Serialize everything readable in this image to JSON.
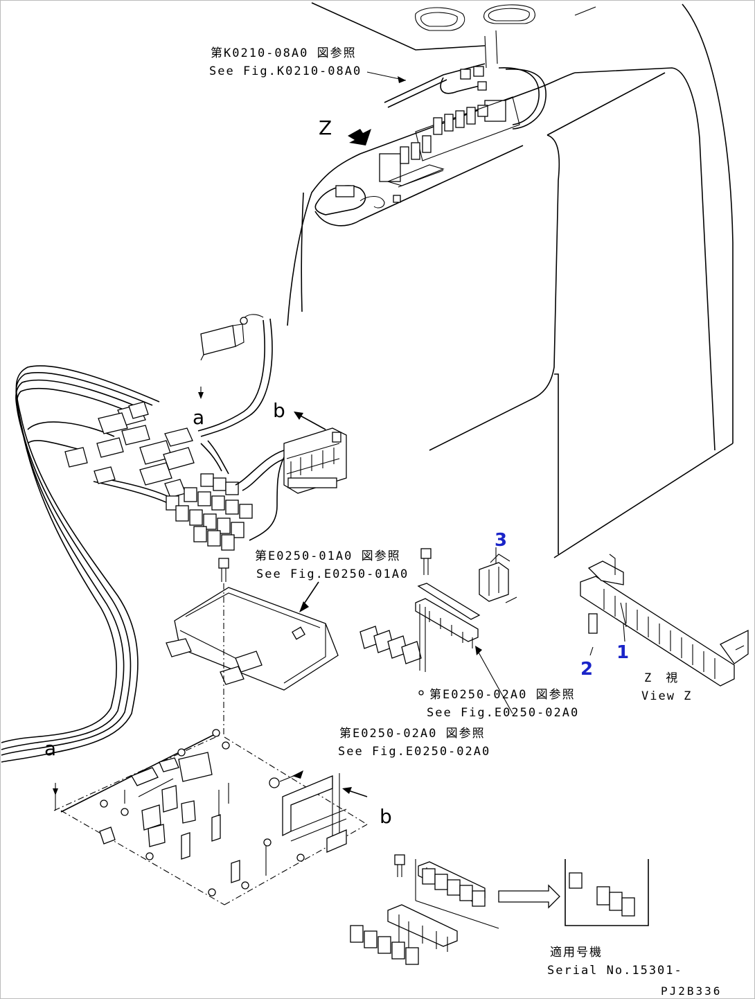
{
  "refs": {
    "k0210_jp": "第K0210-08A0 図参照",
    "k0210_en": "See Fig.K0210-08A0",
    "e0250_01_jp": "第E0250-01A0 図参照",
    "e0250_01_en": "See Fig.E0250-01A0",
    "e0250_02_jp": "第E0250-02A0 図参照",
    "e0250_02_en": "See Fig.E0250-02A0",
    "e0250_02b_jp": "第E0250-02A0 図参照",
    "e0250_02b_en": "See Fig.E0250-02A0"
  },
  "markers": {
    "z": "Z",
    "a_top": "a",
    "a_bottom": "a",
    "b_top": "b",
    "b_bottom": "b"
  },
  "part_numbers": {
    "p1": "1",
    "p2": "2",
    "p3": "3"
  },
  "view_label": {
    "jp": "Z　視",
    "en": "View Z"
  },
  "serial": {
    "jp": "適用号機",
    "en": "Serial No.15301-"
  },
  "drawing_code": "PJ2B336",
  "colors": {
    "line": "#000000",
    "part_number": "#1a24c8",
    "background": "#ffffff"
  }
}
